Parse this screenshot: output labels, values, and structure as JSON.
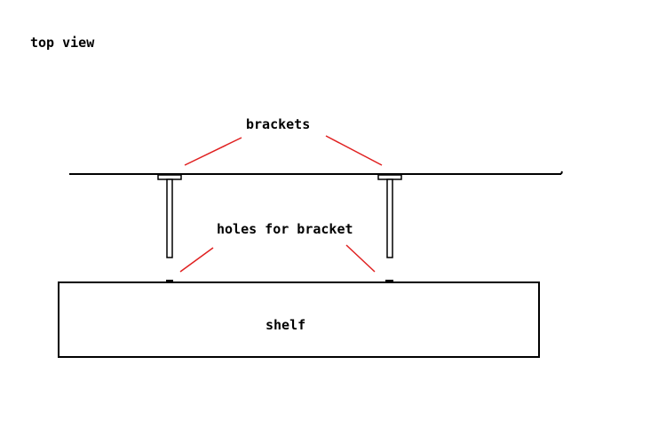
{
  "diagram": {
    "view_label": "top view",
    "brackets_label": "brackets",
    "holes_label": "holes for bracket",
    "shelf_label": "shelf"
  },
  "colors": {
    "line": "#000000",
    "pointer": "#e02020",
    "background": "#ffffff"
  }
}
